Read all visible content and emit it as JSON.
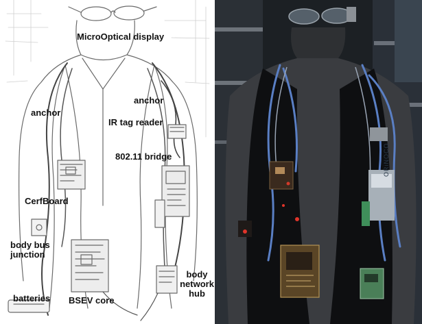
{
  "labels": {
    "microoptical_display": "MicroOptical display",
    "anchor_left": "anchor",
    "anchor_right": "anchor",
    "ir_tag_reader": "IR tag reader",
    "bridge": "802.11 bridge",
    "cerfboard": "CerfBoard",
    "body_bus_junction": "body bus junction",
    "batteries": "batteries",
    "bsev_core": "BSEV core",
    "body_network_hub": "body network hub"
  },
  "photo": {
    "card_brand": "ORiNOCO"
  }
}
